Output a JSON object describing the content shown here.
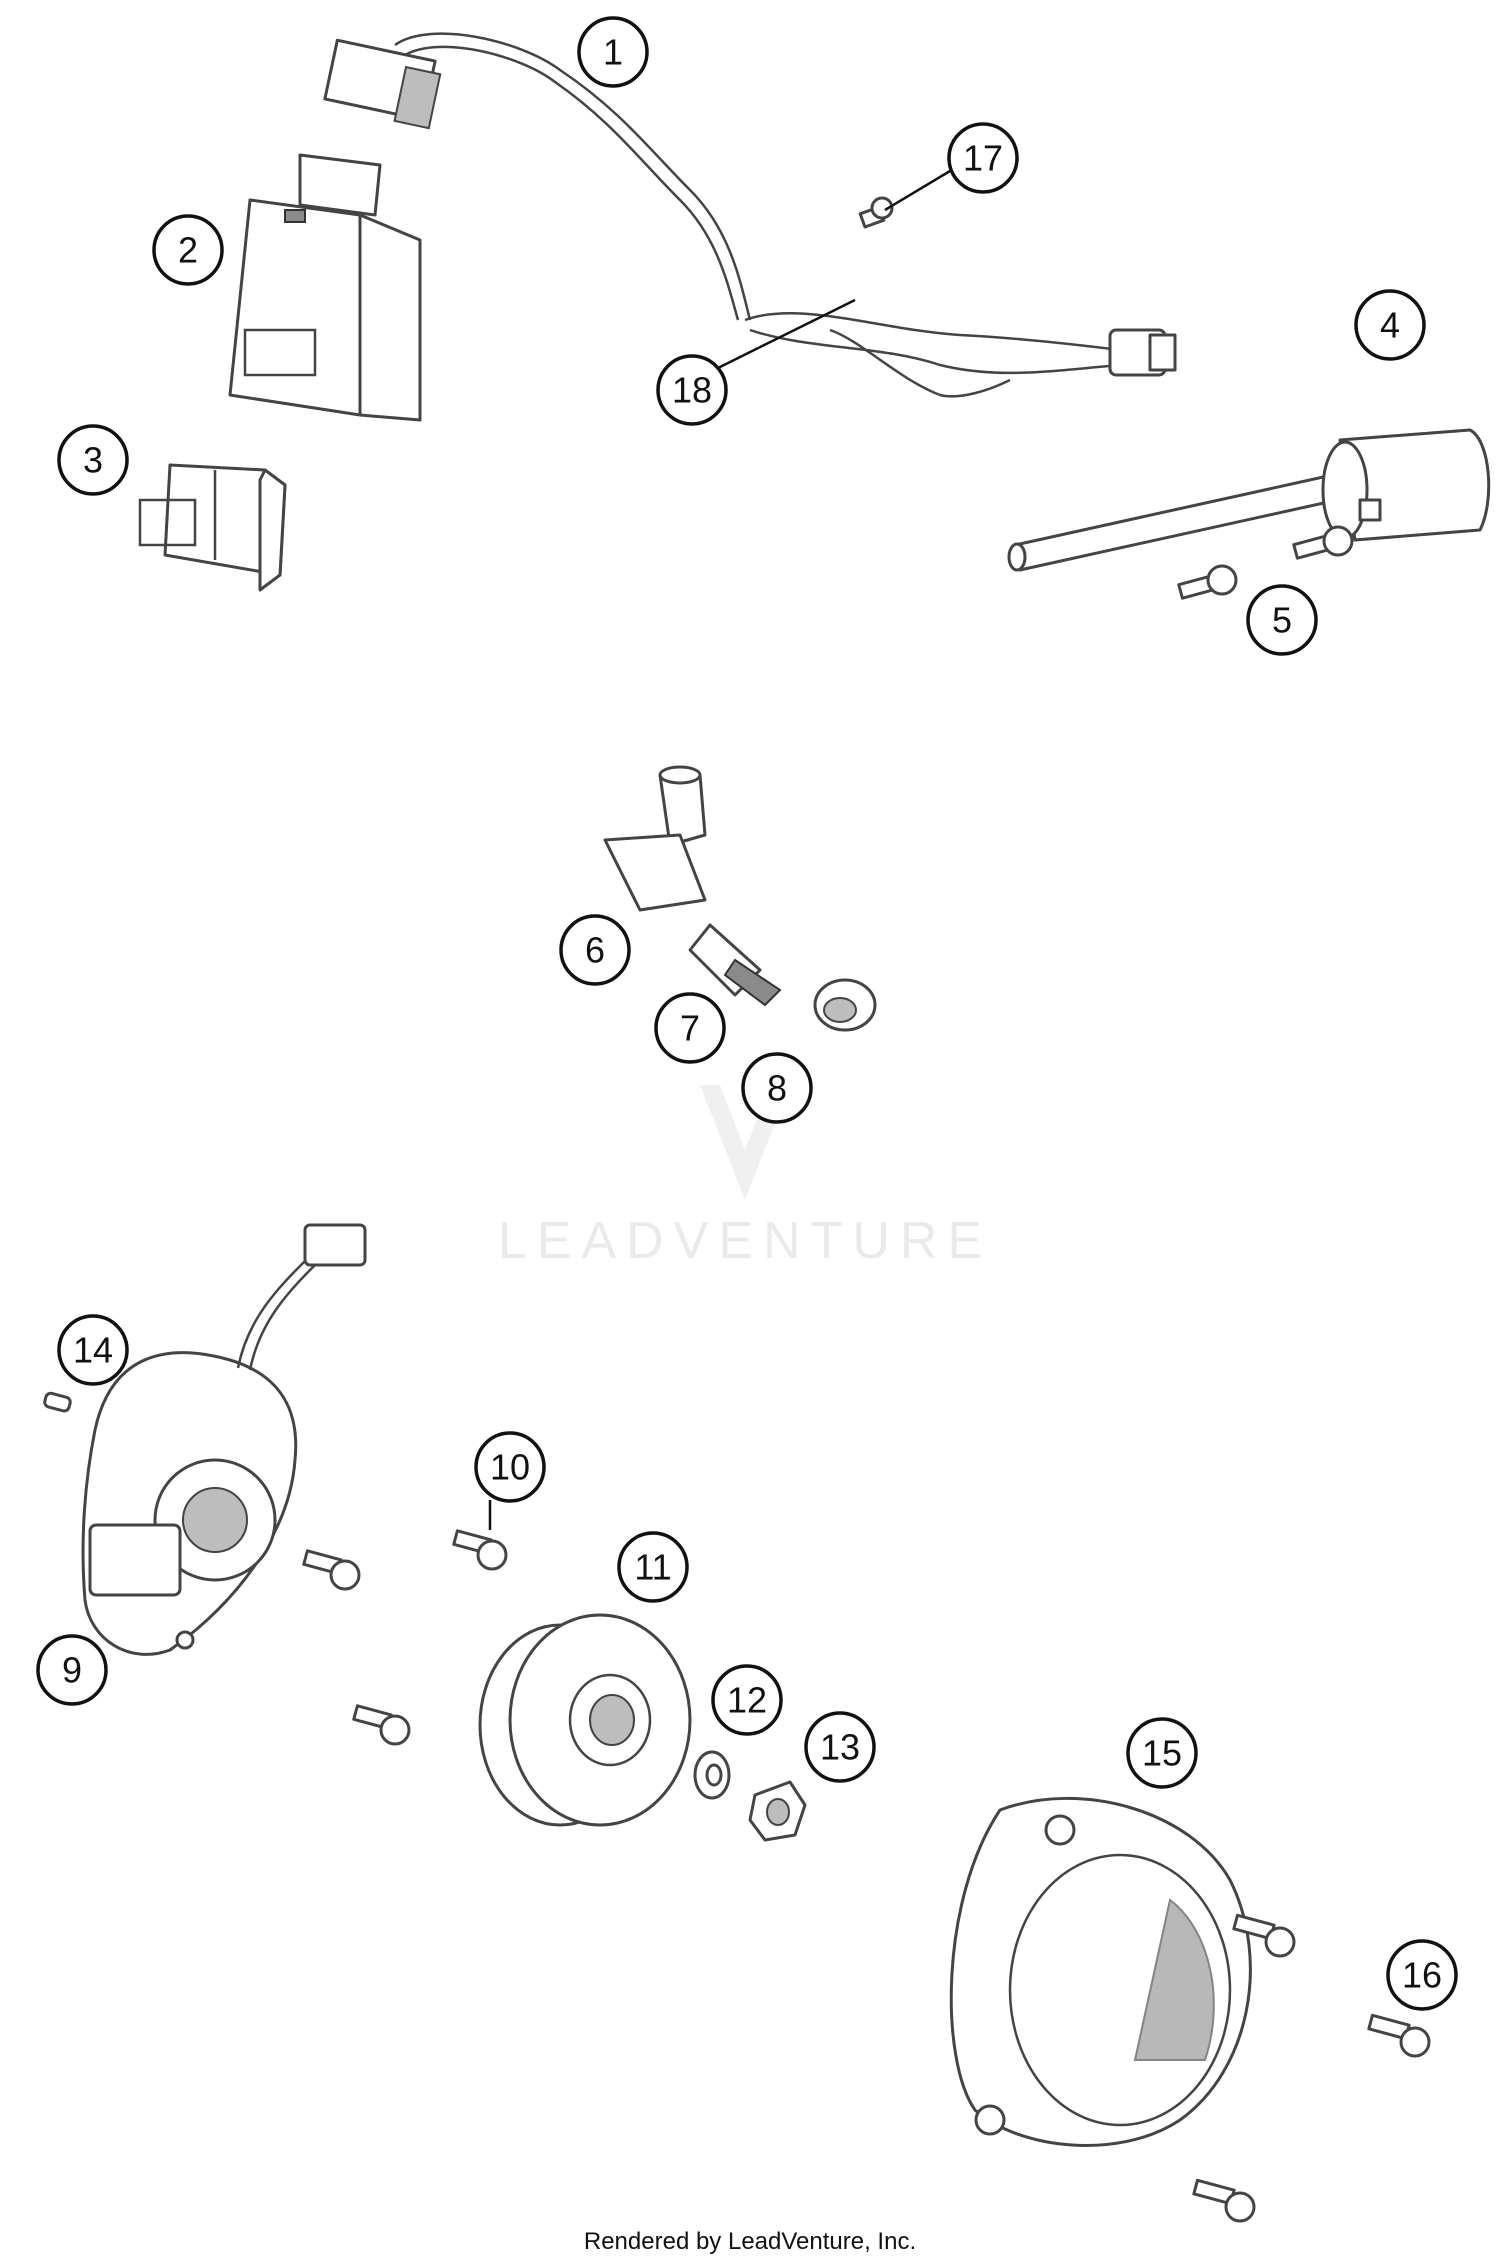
{
  "callouts": [
    "1",
    "2",
    "3",
    "4",
    "5",
    "6",
    "7",
    "8",
    "9",
    "10",
    "11",
    "12",
    "13",
    "14",
    "15",
    "16",
    "17",
    "18"
  ],
  "watermark": "LEADVENTURE",
  "footer": "Rendered by LeadVenture, Inc."
}
